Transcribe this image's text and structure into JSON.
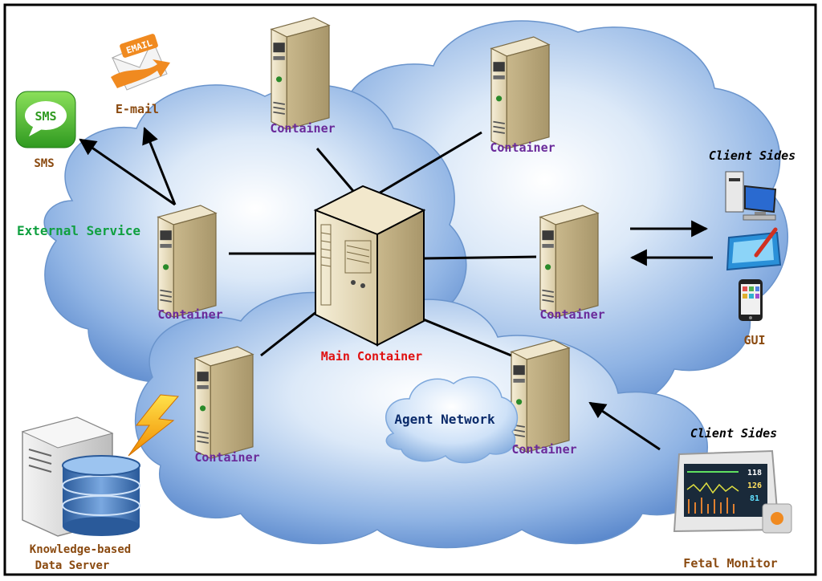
{
  "labels": {
    "container_top": "Container",
    "container_top_right": "Container",
    "container_left": "Container",
    "container_right": "Container",
    "container_bottom_left": "Container",
    "container_bottom_right": "Container",
    "main_container": "Main Container",
    "agent_network": "Agent Network",
    "external_service": "External Service",
    "sms": "SMS",
    "sms_icon_text": "SMS",
    "email": "E-mail",
    "email_icon_text": "EMAIL",
    "client_sides_top": "Client Sides",
    "client_sides_bottom": "Client Sides",
    "gui": "GUI",
    "fetal_monitor": "Fetal Monitor",
    "knowledge_server_line1": "Knowledge-based",
    "knowledge_server_line2": "Data Server",
    "monitor_readout_1": "118",
    "monitor_readout_2": "126",
    "monitor_readout_3": "81"
  },
  "colors": {
    "container_label": "#6a2a9a",
    "main_container_label": "#e01010",
    "external_service_label": "#10a040",
    "sms_email_label": "#8a4a10",
    "client_label": "#000000",
    "agent_network_label": "#0a2a6a",
    "cloud_fill_light": "#eef4fc",
    "cloud_fill_dark": "#5a88cc"
  }
}
